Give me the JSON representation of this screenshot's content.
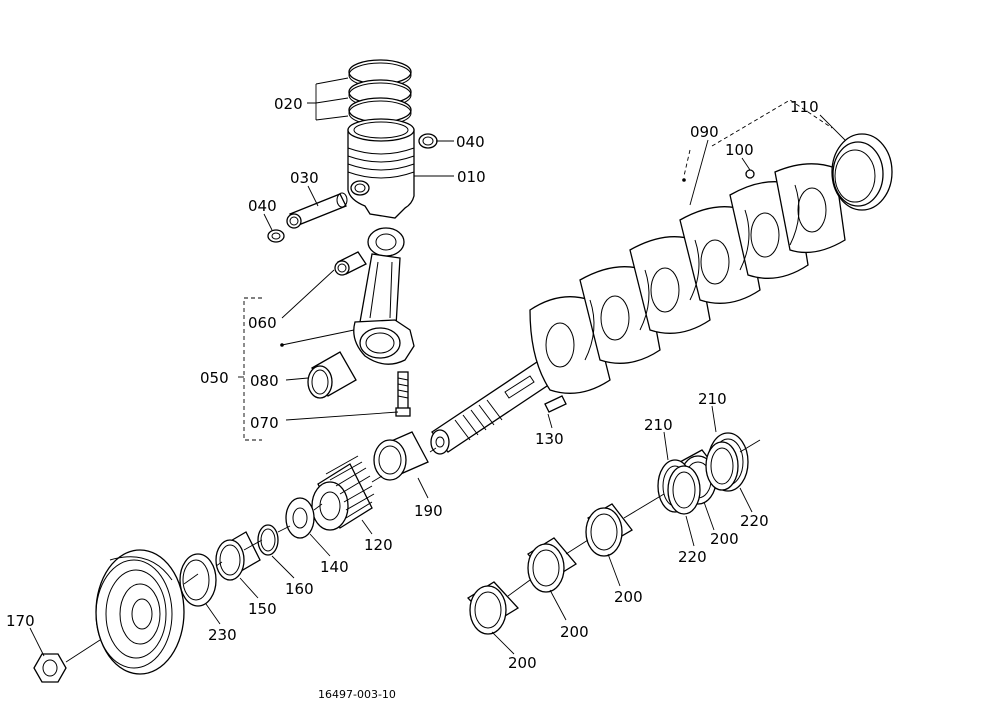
{
  "diagram": {
    "labels": {
      "l010": "010",
      "l020": "020",
      "l030": "030",
      "l040a": "040",
      "l040b": "040",
      "l050": "050",
      "l060": "060",
      "l070": "070",
      "l080": "080",
      "l090": "090",
      "l100": "100",
      "l110": "110",
      "l120": "120",
      "l130": "130",
      "l140": "140",
      "l150": "150",
      "l160": "160",
      "l170": "170",
      "l190": "190",
      "l200a": "200",
      "l200b": "200",
      "l200c": "200",
      "l200d": "200",
      "l210a": "210",
      "l210b": "210",
      "l220a": "220",
      "l220b": "220",
      "l230": "230"
    },
    "figure_number": "16497-003-10"
  }
}
